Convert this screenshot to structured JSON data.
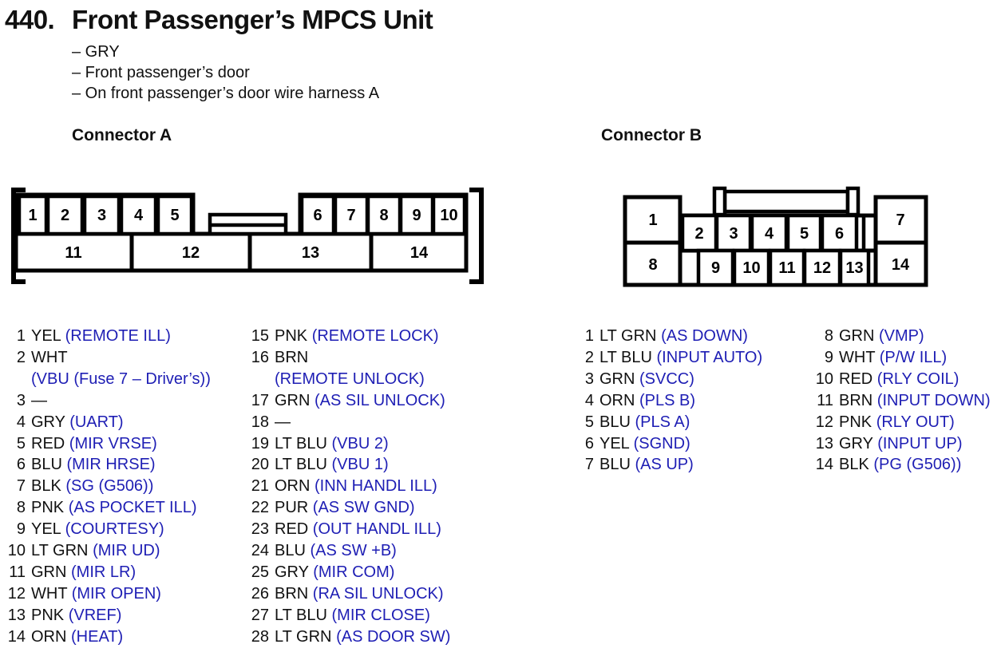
{
  "title": {
    "number": "440.",
    "text": "Front Passenger’s MPCS Unit"
  },
  "details": [
    "– GRY",
    "– Front passenger’s door",
    "– On front passenger’s door wire harness A"
  ],
  "colors": {
    "signal_blue": "#1e1eb4",
    "ink": "#111111",
    "line_black": "#000000"
  },
  "connector_a": {
    "heading": "Connector A",
    "diagram_pins": [
      "1",
      "2",
      "3",
      "4",
      "5",
      "6",
      "7",
      "8",
      "9",
      "10",
      "11",
      "12",
      "13",
      "14"
    ],
    "pins_left": [
      {
        "num": "1",
        "wire": "YEL",
        "signal": "(REMOTE ILL)"
      },
      {
        "num": "2",
        "wire": "WHT",
        "signal": "(VBU (Fuse 7 – Driver’s))",
        "two_line": true
      },
      {
        "num": "3",
        "wire": "—",
        "signal": ""
      },
      {
        "num": "4",
        "wire": "GRY",
        "signal": "(UART)"
      },
      {
        "num": "5",
        "wire": "RED",
        "signal": "(MIR VRSE)"
      },
      {
        "num": "6",
        "wire": "BLU",
        "signal": "(MIR HRSE)"
      },
      {
        "num": "7",
        "wire": "BLK",
        "signal": "(SG (G506))"
      },
      {
        "num": "8",
        "wire": "PNK",
        "signal": "(AS POCKET ILL)"
      },
      {
        "num": "9",
        "wire": "YEL",
        "signal": "(COURTESY)"
      },
      {
        "num": "10",
        "wire": "LT GRN",
        "signal": "(MIR UD)"
      },
      {
        "num": "11",
        "wire": "GRN",
        "signal": "(MIR LR)"
      },
      {
        "num": "12",
        "wire": "WHT",
        "signal": "(MIR OPEN)"
      },
      {
        "num": "13",
        "wire": "PNK",
        "signal": "(VREF)"
      },
      {
        "num": "14",
        "wire": "ORN",
        "signal": "(HEAT)"
      }
    ],
    "pins_right": [
      {
        "num": "15",
        "wire": "PNK",
        "signal": "(REMOTE LOCK)"
      },
      {
        "num": "16",
        "wire": "BRN",
        "signal": "(REMOTE UNLOCK)",
        "two_line": true
      },
      {
        "num": "17",
        "wire": "GRN",
        "signal": "(AS SIL UNLOCK)"
      },
      {
        "num": "18",
        "wire": "—",
        "signal": ""
      },
      {
        "num": "19",
        "wire": "LT BLU",
        "signal": "(VBU 2)"
      },
      {
        "num": "20",
        "wire": "LT BLU",
        "signal": "(VBU 1)"
      },
      {
        "num": "21",
        "wire": "ORN",
        "signal": "(INN HANDL ILL)"
      },
      {
        "num": "22",
        "wire": "PUR",
        "signal": "(AS SW GND)"
      },
      {
        "num": "23",
        "wire": "RED",
        "signal": "(OUT HANDL ILL)"
      },
      {
        "num": "24",
        "wire": "BLU",
        "signal": "(AS SW +B)"
      },
      {
        "num": "25",
        "wire": "GRY",
        "signal": "(MIR COM)"
      },
      {
        "num": "26",
        "wire": "BRN",
        "signal": "(RA SIL UNLOCK)"
      },
      {
        "num": "27",
        "wire": "LT BLU",
        "signal": "(MIR CLOSE)"
      },
      {
        "num": "28",
        "wire": "LT GRN",
        "signal": "(AS DOOR SW)"
      }
    ]
  },
  "connector_b": {
    "heading": "Connector B",
    "diagram_pins": [
      "1",
      "2",
      "3",
      "4",
      "5",
      "6",
      "7",
      "8",
      "9",
      "10",
      "11",
      "12",
      "13",
      "14"
    ],
    "pins_left": [
      {
        "num": "1",
        "wire": "LT GRN",
        "signal": "(AS DOWN)"
      },
      {
        "num": "2",
        "wire": "LT BLU",
        "signal": "(INPUT AUTO)"
      },
      {
        "num": "3",
        "wire": "GRN",
        "signal": "(SVCC)"
      },
      {
        "num": "4",
        "wire": "ORN",
        "signal": "(PLS B)"
      },
      {
        "num": "5",
        "wire": "BLU",
        "signal": "(PLS A)"
      },
      {
        "num": "6",
        "wire": "YEL",
        "signal": "(SGND)"
      },
      {
        "num": "7",
        "wire": "BLU",
        "signal": "(AS UP)"
      }
    ],
    "pins_right": [
      {
        "num": "8",
        "wire": "GRN",
        "signal": "(VMP)"
      },
      {
        "num": "9",
        "wire": "WHT",
        "signal": "(P/W ILL)"
      },
      {
        "num": "10",
        "wire": "RED",
        "signal": "(RLY COIL)"
      },
      {
        "num": "11",
        "wire": "BRN",
        "signal": "(INPUT DOWN)"
      },
      {
        "num": "12",
        "wire": "PNK",
        "signal": "(RLY OUT)"
      },
      {
        "num": "13",
        "wire": "GRY",
        "signal": "(INPUT UP)"
      },
      {
        "num": "14",
        "wire": "BLK",
        "signal": "(PG (G506))"
      }
    ]
  }
}
